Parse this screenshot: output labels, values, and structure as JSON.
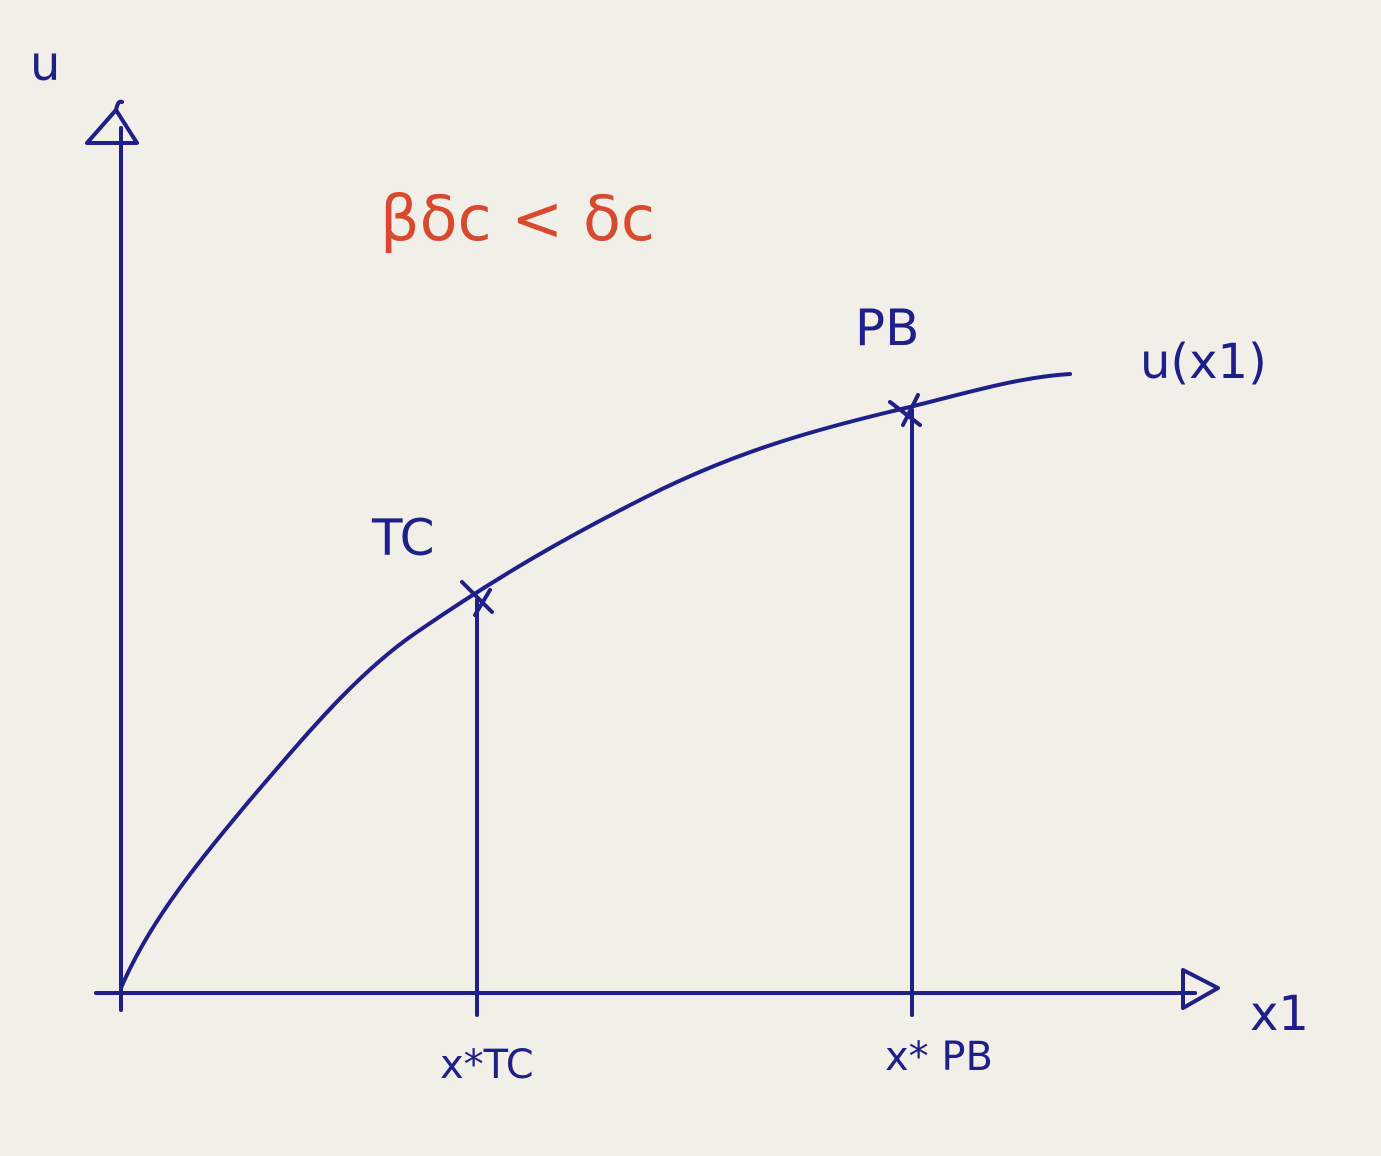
{
  "labels": {
    "y_axis": "u",
    "x_axis": "x1",
    "condition": "βδc < δc",
    "point_tc": "TC",
    "point_pb": "PB",
    "curve": "u(x1)",
    "tick_tc": "x*TC",
    "tick_pb": "x* PB"
  },
  "colors": {
    "ink": "#1f1f8a",
    "accent": "#d8492e",
    "paper": "#f2efe8"
  }
}
